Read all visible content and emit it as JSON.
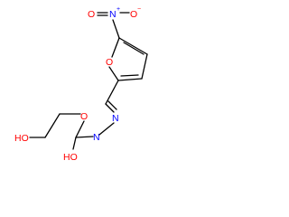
{
  "molecule": {
    "colors": {
      "bond": "#000000",
      "oxygen": "#ff0000",
      "nitrogen": "#0000ff",
      "carbon_label": "#000000"
    },
    "labels": {
      "nitro_n": "N",
      "nitro_n_charge": "+",
      "nitro_o_left": "O",
      "nitro_o_right": "O",
      "nitro_o_right_charge": "−",
      "furan_o": "O",
      "hydrazone_n_upper": "N",
      "hydrazone_n_lower": "N",
      "ester_o": "O",
      "hydroxyl": "HO",
      "carbamate_oh": "HO"
    }
  }
}
